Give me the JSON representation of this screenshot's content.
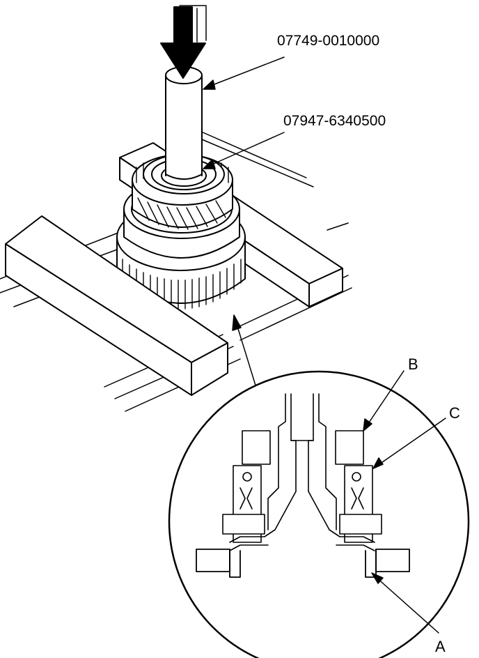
{
  "diagram": {
    "part_numbers": {
      "driver": "07749-0010000",
      "attachment": "07947-6340500"
    },
    "callouts": {
      "a": "A",
      "b": "B",
      "c": "C"
    },
    "colors": {
      "line": "#000000",
      "fill": "#ffffff"
    }
  }
}
